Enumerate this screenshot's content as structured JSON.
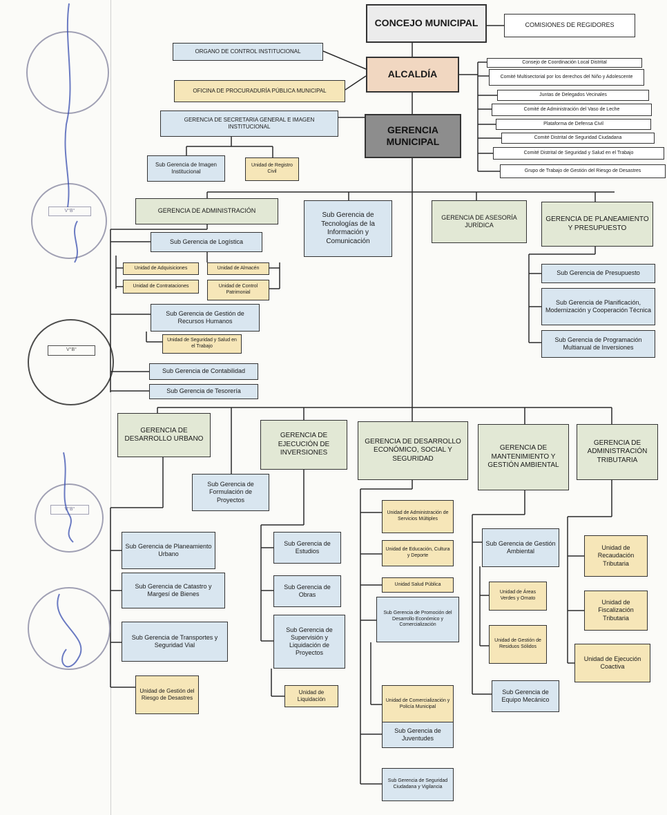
{
  "org": {
    "concejo": "CONCEJO MUNICIPAL",
    "comisiones": "COMISIONES DE REGIDORES",
    "organo_control": "ORGANO DE CONTROL INSTITUCIONAL",
    "alcaldia": "ALCALDÍA",
    "procuraduria": "OFICINA DE PROCURADURÍA PÚBLICA MUNICIPAL",
    "comites": [
      "Consejo de Coordinación Local Distrital",
      "Comité Multisectorial por los derechos del Niño y Adolescente",
      "Juntas de Delegados Vecinales",
      "Comité de Administración del Vaso de Leche",
      "Plataforma de Defensa Civil",
      "Comité Distrital de Seguridad Ciudadana",
      "Comité Distrital de Seguridad y Salud en el Trabajo",
      "Grupo de Trabajo de Gestión del Riesgo de Desastres"
    ],
    "secretaria": "GERENCIA DE SECRETARIA GENERAL E IMAGEN INSTITUCIONAL",
    "gerencia_municipal": "GERENCIA MUNICIPAL",
    "sg_imagen": "Sub Gerencia de Imagen Institucional",
    "registro_civil": "Unidad de Registro Civil",
    "administracion": "GERENCIA DE ADMINISTRACIÓN",
    "tecnologias": "Sub Gerencia de Tecnologías de la Información y Comunicación",
    "asesoria": "GERENCIA DE ASESORÍA JURÍDICA",
    "planeamiento": "GERENCIA DE PLANEAMIENTO Y PRESUPUESTO",
    "logistica": "Sub Gerencia de Logística",
    "adquisiciones": "Unidad de Adquisiciones",
    "almacen": "Unidad de Almacén",
    "contrataciones": "Unidad de Contrataciones",
    "patrimonial": "Unidad de Control Patrimonial",
    "rrhh": "Sub Gerencia de Gestión de Recursos Humanos",
    "seguridad_trabajo": "Unidad de Seguridad y Salud en el Trabajo",
    "contabilidad": "Sub Gerencia de Contabilidad",
    "tesoreria": "Sub Gerencia de Tesorería",
    "presupuesto": "Sub Gerencia de Presupuesto",
    "planificacion": "Sub Gerencia de Planificación, Modernización y Cooperación Técnica",
    "programacion": "Sub Gerencia de Programación Multianual de Inversiones",
    "desarrollo_urbano": "GERENCIA DE DESARROLLO URBANO",
    "ejecucion_inversiones": "GERENCIA DE EJECUCIÓN DE INVERSIONES",
    "desarrollo_economico": "GERENCIA DE DESARROLLO ECONÓMICO, SOCIAL Y SEGURIDAD",
    "mantenimiento": "GERENCIA DE MANTENIMIENTO Y GESTIÓN AMBIENTAL",
    "tributaria": "GERENCIA DE ADMINISTRACIÓN TRIBUTARIA",
    "formulacion": "Sub Gerencia de Formulación de Proyectos",
    "planeamiento_urbano": "Sub Gerencia de Planeamiento Urbano",
    "catastro": "Sub Gerencia de Catastro y Margesí de Bienes",
    "transportes": "Sub Gerencia de Transportes y Seguridad Vial",
    "riesgo": "Unidad de Gestión del Riesgo de Desastres",
    "estudios": "Sub Gerencia de Estudios",
    "obras": "Sub Gerencia de Obras",
    "supervision": "Sub Gerencia de Supervisión y Liquidación de Proyectos",
    "liquidacion": "Unidad de Liquidación",
    "servicios_multiples": "Unidad de Administración de Servicios Múltiples",
    "educacion": "Unidad de Educación, Cultura y Deporte",
    "salud": "Unidad Salud Pública",
    "promocion": "Sub Gerencia de Promoción del Desarrollo Económico y Comercialización",
    "comercializacion": "Unidad de Comercialización y Policía Municipal",
    "juventudes": "Sub Gerencia de Juventudes",
    "serenazgo": "Sub Gerencia de Seguridad Ciudadana y Vigilancia",
    "gestion_ambiental": "Sub Gerencia de Gestión Ambiental",
    "areas_verdes": "Unidad de Áreas Verdes y Ornato",
    "residuos": "Unidad de Gestión de Residuos Sólidos",
    "equipo_mecanico": "Sub Gerencia de Equipo Mecánico",
    "recaudacion": "Unidad de Recaudación Tributaria",
    "fiscalizacion": "Unidad de Fiscalización Tributaria",
    "coactiva": "Unidad de Ejecución Coactiva"
  },
  "colors": {
    "gerencia_fill": "#e2e8d5",
    "subgerencia_fill": "#d9e6f0",
    "unidad_fill": "#f6e6b8",
    "alcaldia_fill": "#f1d7c1",
    "gerencia_municipal_fill": "#8d8d8d"
  }
}
